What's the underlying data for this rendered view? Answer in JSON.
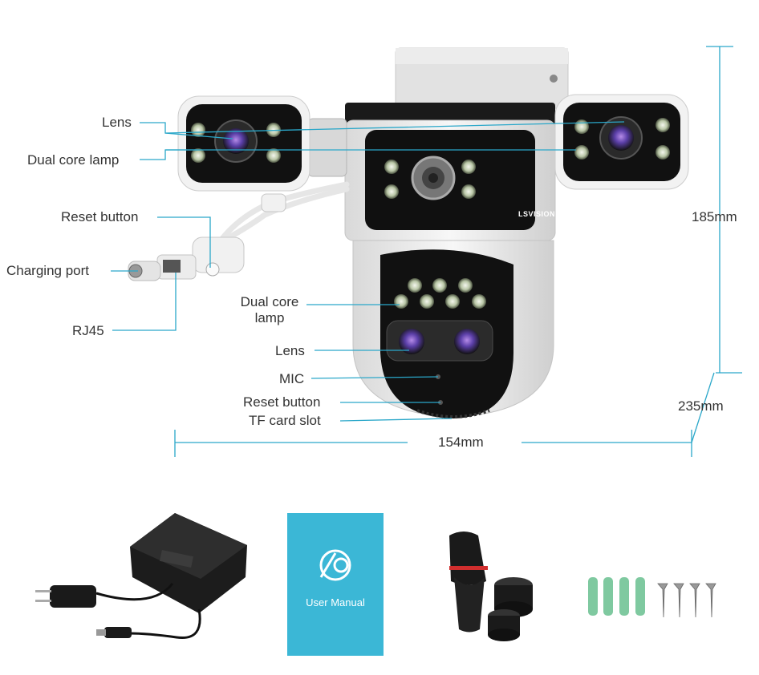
{
  "labels": {
    "lens_top": "Lens",
    "dual_core_lamp_top": "Dual core lamp",
    "reset_button_cable": "Reset button",
    "charging_port": "Charging port",
    "rj45": "RJ45",
    "dual_core_lamp_bottom_line1": "Dual core",
    "dual_core_lamp_bottom_line2": "lamp",
    "lens_bottom": "Lens",
    "mic": "MIC",
    "reset_button_bottom": "Reset button",
    "tf_card_slot": "TF card slot"
  },
  "dimensions": {
    "height_top": "185mm",
    "height_total": "235mm",
    "width": "154mm"
  },
  "brand": "LSVISION",
  "accessories": {
    "manual_label": "User Manual"
  },
  "colors": {
    "callout_line": "#2aa7c9",
    "manual_cover": "#3bb7d6",
    "anchor_plug": "#7fc9a0"
  }
}
